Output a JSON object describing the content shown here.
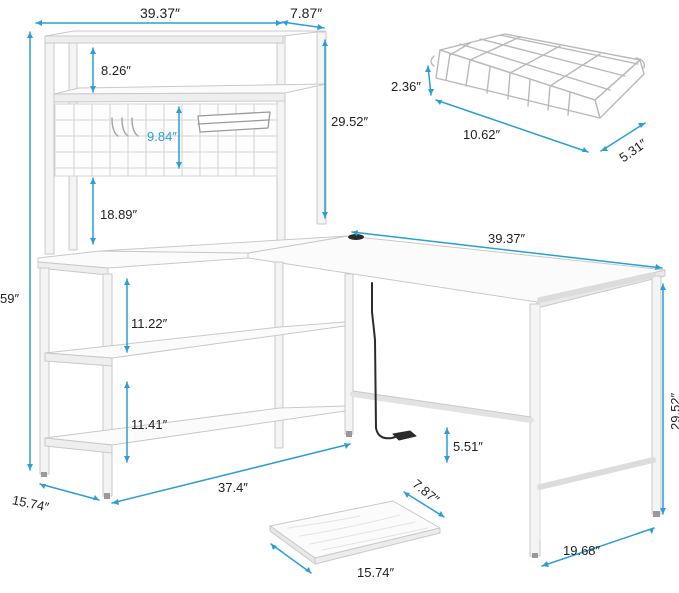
{
  "colors": {
    "dimension_line": "#2a9fd6",
    "frame": "#f4f4f4",
    "edge": "#c9c9c9",
    "panel_white": "#fbfbfb",
    "label_text": "#1f1f1f",
    "highlight_label": "#2a9fd6"
  },
  "dimensions": {
    "hutch_width": "39.37″",
    "hutch_depth": "7.87″",
    "top_shelf_gap": "8.26″",
    "pegboard_height": "9.84″",
    "lower_hutch_gap": "18.89″",
    "hutch_height": "29.52″",
    "total_height": "59″",
    "desk_length": "39.37″",
    "shelf_gap_upper": "11.22″",
    "shelf_gap_lower": "11.41″",
    "desk_height": "29.52″",
    "crossbar_clearance": "5.51″",
    "base_depth": "15.74″",
    "base_length": "37.4″",
    "desk_depth": "19.68″",
    "shelf_length": "15.74″",
    "shelf_depth": "7.87″",
    "basket_height": "2.36″",
    "basket_length": "10.62″",
    "basket_depth": "5.31″"
  }
}
